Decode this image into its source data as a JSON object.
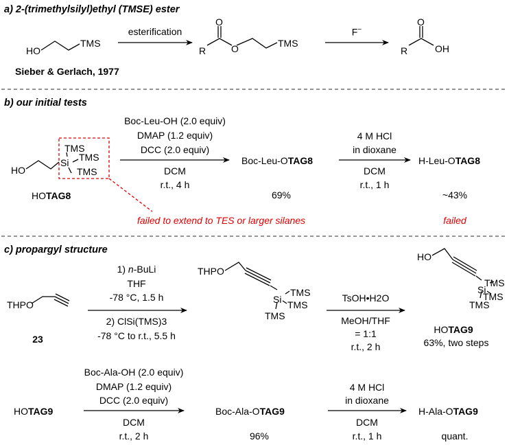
{
  "section_a": {
    "header": "a) 2-(trimethylsilyl)ethyl (TMSE) ester",
    "reagent_label": "HO",
    "reagent_tms": "TMS",
    "arrow1_label": "esterification",
    "ester_o_carbonyl": "O",
    "ester_r": "R",
    "ester_o": "O",
    "ester_tms": "TMS",
    "arrow2_label": "F",
    "arrow2_sup": "−",
    "acid_o_carbonyl": "O",
    "acid_r": "R",
    "acid_oh": "OH",
    "citation": "Sieber & Gerlach, 1977"
  },
  "section_b": {
    "header": "b) our initial tests",
    "reagent_ho": "HO",
    "tms_top": "TMS",
    "si": "Si",
    "tms_right": "TMS",
    "tms_bottom": "TMS",
    "reagent_name_pre": "HO",
    "reagent_name_tag": "TAG8",
    "cond1": [
      "Boc-Leu-OH (2.0 equiv)",
      "DMAP (1.2 equiv)",
      "DCC (2.0 equiv)"
    ],
    "cond1_below": [
      "DCM",
      "r.t., 4 h"
    ],
    "product1_pre": "Boc-Leu-O",
    "product1_tag": "TAG8",
    "yield1": "69%",
    "cond2": [
      "4 M HCl",
      "in dioxane"
    ],
    "cond2_below": [
      "DCM",
      "r.t., 1 h"
    ],
    "product2_pre": "H-Leu-O",
    "product2_tag": "TAG8",
    "yield2": "~43%",
    "note_failed_extend": "failed to extend to TES or larger silanes",
    "note_failed": "failed"
  },
  "section_c": {
    "header": "c) propargyl structure",
    "start": "THPO",
    "start_number": "23",
    "cond1_line1_italic": "n",
    "cond1_line1_rest": "-BuLi",
    "cond1_num": "1)",
    "cond1_above": [
      "THF",
      "-78 °C, 1.5 h"
    ],
    "cond1_below": [
      "2) ClSi(TMS)3",
      "-78 °C to r.t., 5.5 h"
    ],
    "inter_thpo": "THPO",
    "inter_si": "Si",
    "inter_tms_right": "TMS",
    "inter_tms_mid": "TMS",
    "inter_tms_bottom": "TMS",
    "cond2_above": "TsOH•H2O",
    "cond2_below": [
      "MeOH/THF",
      "= 1:1",
      "r.t., 2 h"
    ],
    "prod_ho": "HO",
    "prod_si": "Si",
    "prod_tms_right": "TMS",
    "prod_tms_mid": "TMS",
    "prod_tms_bottom": "TMS",
    "prod_name_pre": "HO",
    "prod_name_tag": "TAG9",
    "prod_yield": "63%, two steps",
    "row2_start_pre": "HO",
    "row2_start_tag": "TAG9",
    "cond3": [
      "Boc-Ala-OH (2.0 equiv)",
      "DMAP (1.2 equiv)",
      "DCC (2.0 equiv)"
    ],
    "cond3_below": [
      "DCM",
      "r.t., 2 h"
    ],
    "product3_pre": "Boc-Ala-O",
    "product3_tag": "TAG9",
    "yield3": "96%",
    "cond4": [
      "4 M HCl",
      "in dioxane"
    ],
    "cond4_below": [
      "DCM",
      "r.t., 1 h"
    ],
    "product4_pre": "H-Ala-O",
    "product4_tag": "TAG9",
    "yield4": "quant."
  }
}
